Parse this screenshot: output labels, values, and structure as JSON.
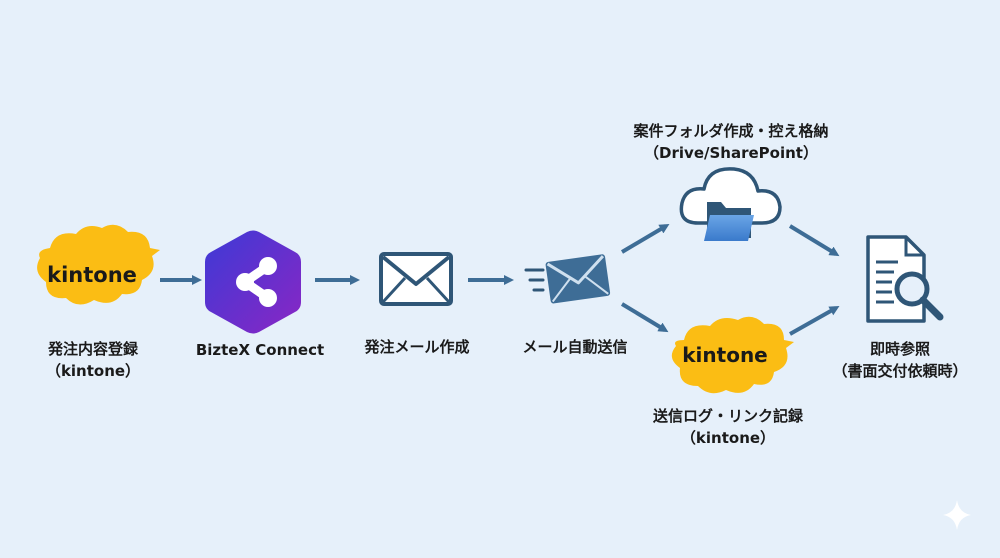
{
  "nodes": {
    "order_registration": {
      "line1": "発注内容登録",
      "line2": "（kintone）"
    },
    "biztex": {
      "line1": "BizteX Connect"
    },
    "mail_create": {
      "line1": "発注メール作成"
    },
    "mail_send": {
      "line1": "メール自動送信"
    },
    "folder": {
      "line1": "案件フォルダ作成・控え格納",
      "line2": "（Drive/SharePoint）"
    },
    "log": {
      "line1": "送信ログ・リンク記録",
      "line2": "（kintone）"
    },
    "reference": {
      "line1": "即時参照",
      "line2": "（書面交付依頼時）"
    }
  },
  "logos": {
    "kintone_1": "kintone",
    "kintone_2": "kintone"
  },
  "colors": {
    "background": "#e6f0fa",
    "arrow": "#3e6d96",
    "kintone_yellow": "#fbbd14",
    "biztex_purple": "#6a2ed0",
    "icon_stroke": "#2f5677",
    "folder_blue": "#4a8ad6"
  }
}
